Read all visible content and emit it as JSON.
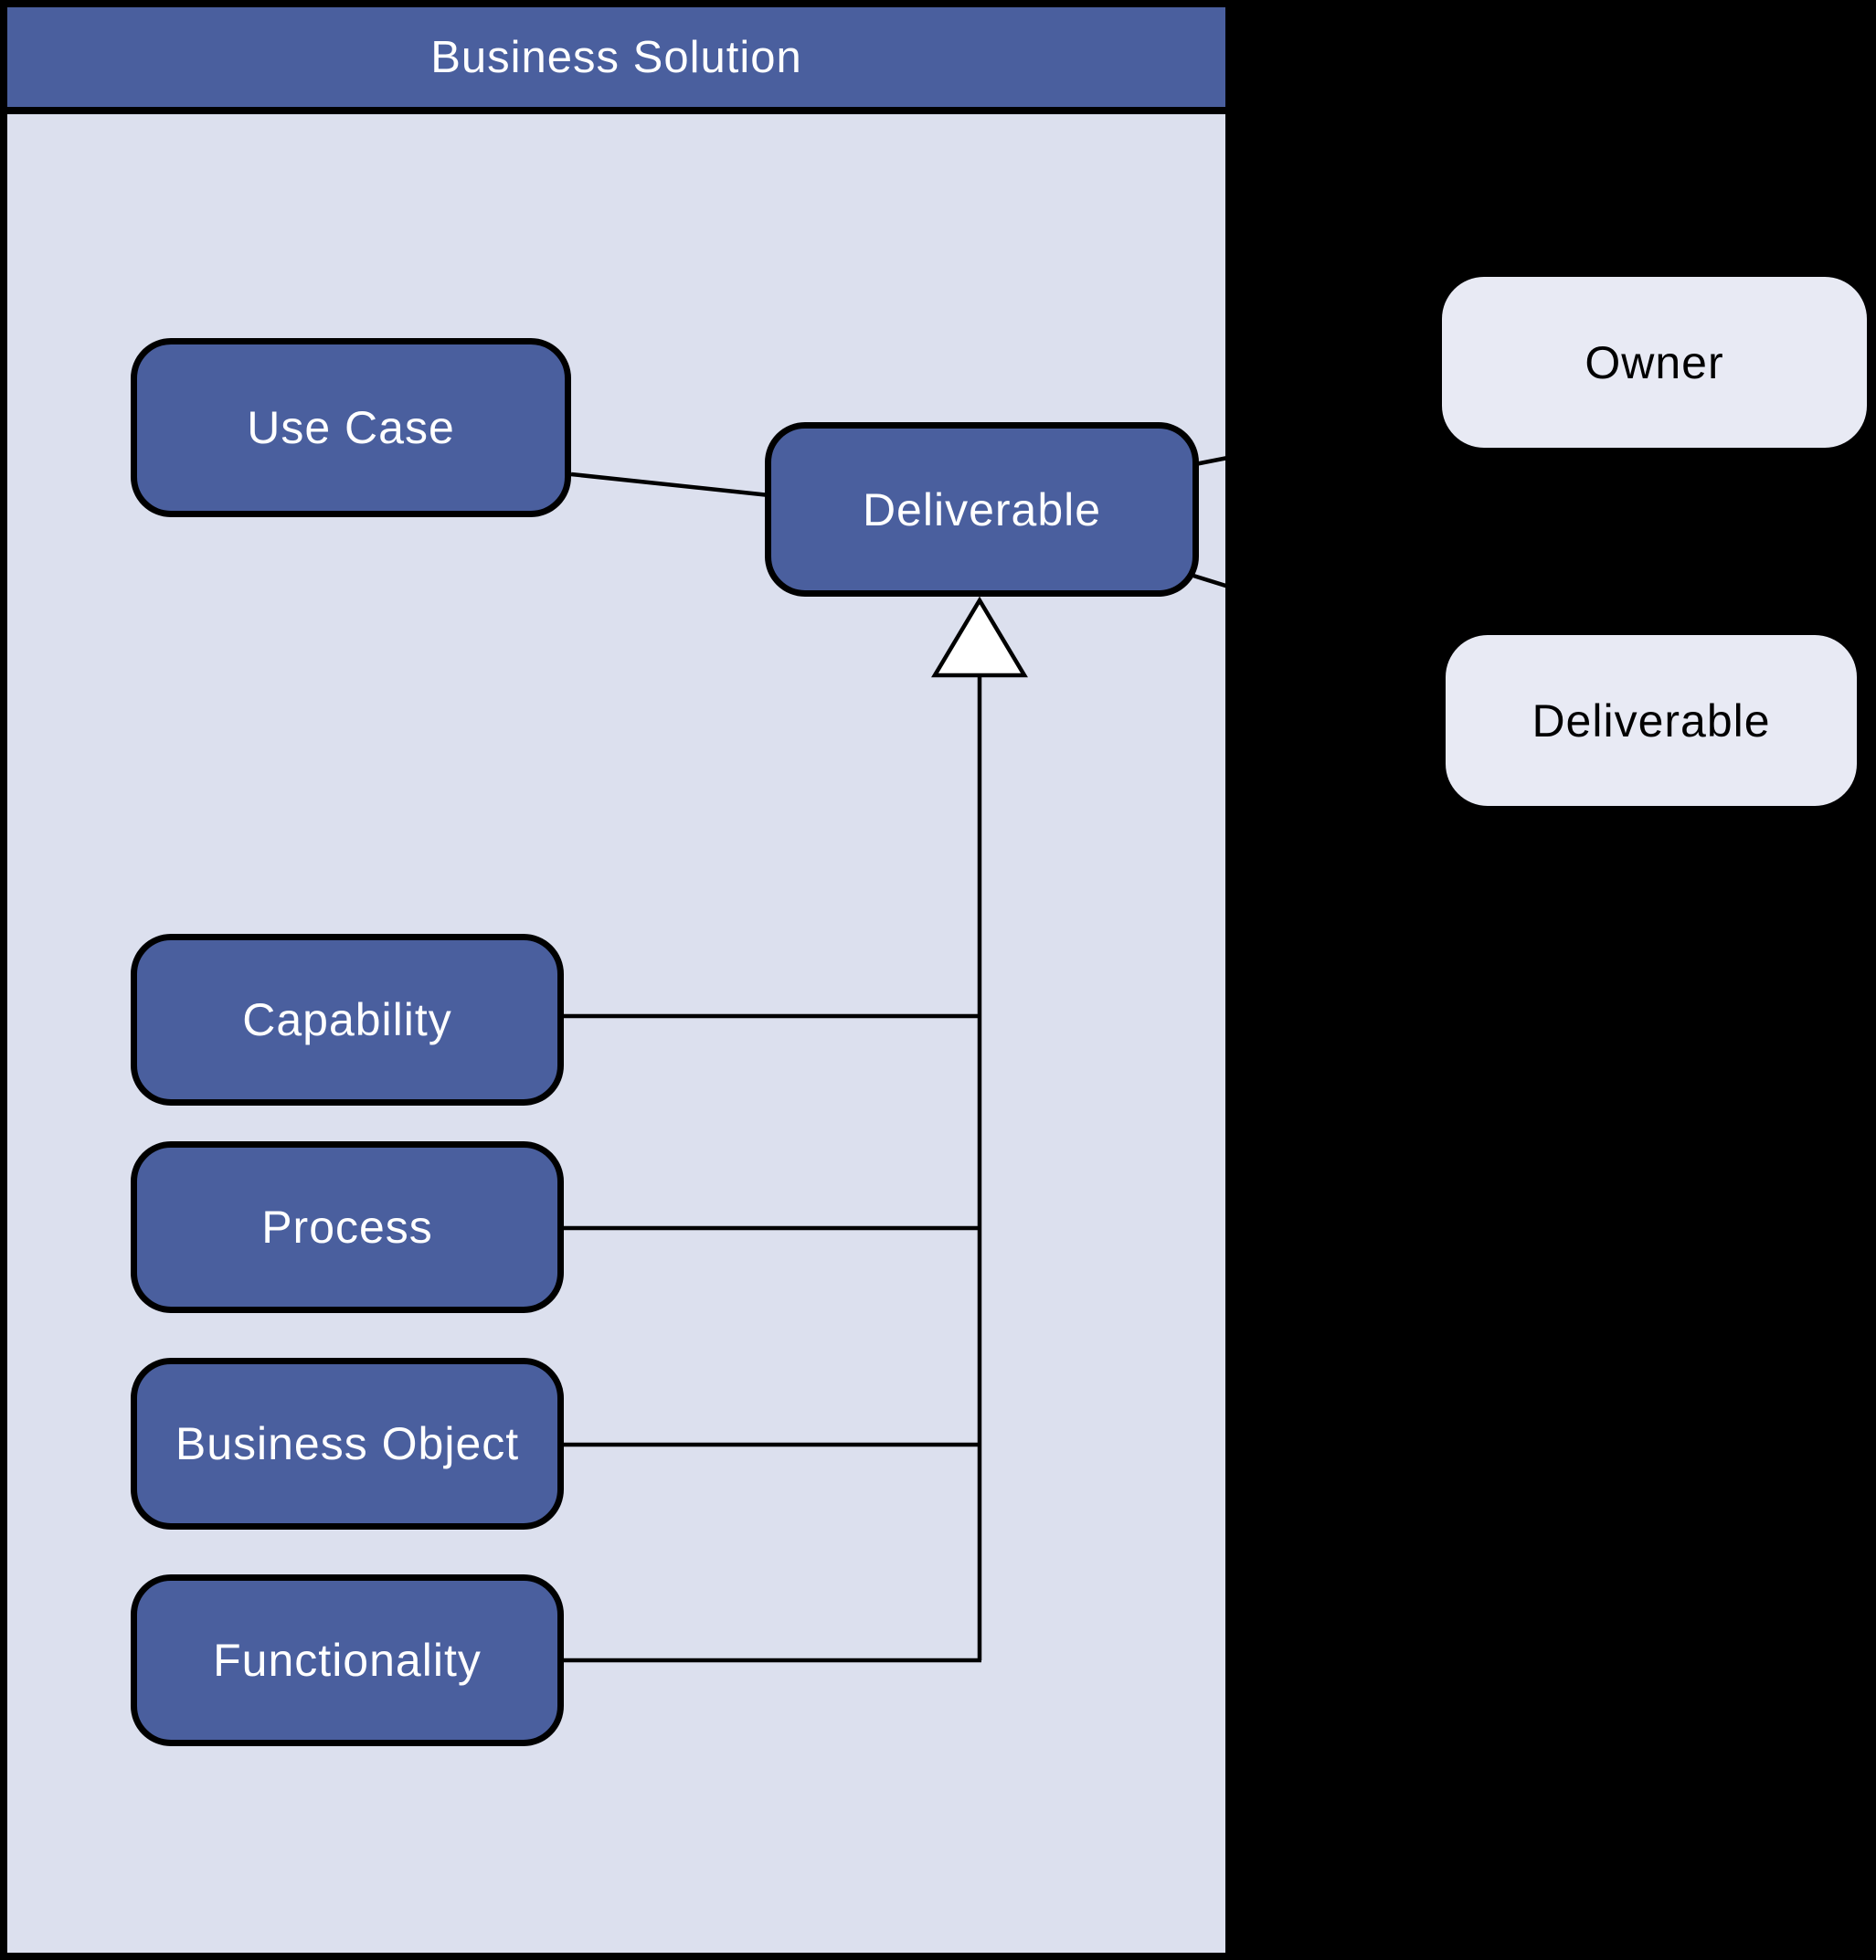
{
  "page": {
    "background_color": "#000000"
  },
  "diagram": {
    "container": {
      "title": "Business Solution",
      "header_fill": "#4a5f9e",
      "header_text_color": "#ffffff",
      "body_fill": "#dce0ee",
      "border_color": "#000000"
    },
    "node_style": {
      "fill": "#4a5f9e",
      "text_color": "#ffffff",
      "border_color": "#000000"
    },
    "nodes": {
      "use_case": {
        "label": "Use Case"
      },
      "deliverable": {
        "label": "Deliverable"
      },
      "capability": {
        "label": "Capability"
      },
      "process": {
        "label": "Process"
      },
      "business_object": {
        "label": "Business Object"
      },
      "functionality": {
        "label": "Functionality"
      }
    },
    "relationships": {
      "generalization_children": [
        "Capability",
        "Process",
        "Business Object",
        "Functionality"
      ],
      "generalization_parent": "Deliverable",
      "association": [
        "Use Case",
        "Deliverable"
      ],
      "external_links": [
        "Owner",
        "Deliverable"
      ]
    },
    "inheritance_arrow": {
      "fill": "#ffffff",
      "stroke": "#000000"
    },
    "connector_color": "#000000",
    "legend": {
      "fill": "#e8eaf4",
      "text_color": "#000000",
      "owner": {
        "label": "Owner"
      },
      "deliverable": {
        "label": "Deliverable"
      }
    }
  }
}
